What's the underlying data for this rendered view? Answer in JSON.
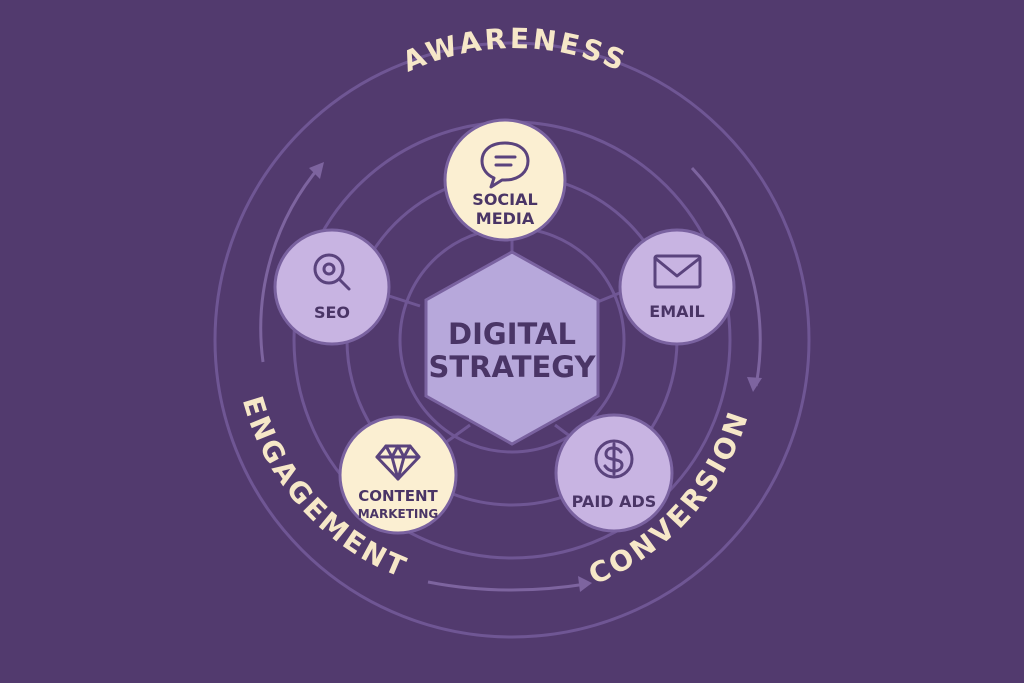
{
  "stages": {
    "awareness": "AWARENESS",
    "engagement": "ENGAGEMENT",
    "conversion": "CONVERSION"
  },
  "center": {
    "line1": "DIGITAL",
    "line2": "STRATEGY"
  },
  "nodes": {
    "social_media": {
      "line1": "SOCIAL",
      "line2": "MEDIA",
      "icon": "speech-bubble-icon"
    },
    "email": {
      "label": "EMAIL",
      "icon": "envelope-icon"
    },
    "paid_ads": {
      "label": "PAID ADS",
      "icon": "dollar-sign-icon"
    },
    "content_marketing": {
      "line1": "CONTENT",
      "line2": "MARKETING",
      "icon": "diamond-icon"
    },
    "seo": {
      "label": "SEO",
      "icon": "magnifier-icon"
    }
  },
  "colors": {
    "background": "#523a6e",
    "ring": "#6f5694",
    "node_light": "#fbefd2",
    "node_purple": "#c8b4e2",
    "center_hexagon": "#b7a8db",
    "stage_text": "#f6e7c8",
    "node_text": "#4a3566"
  }
}
